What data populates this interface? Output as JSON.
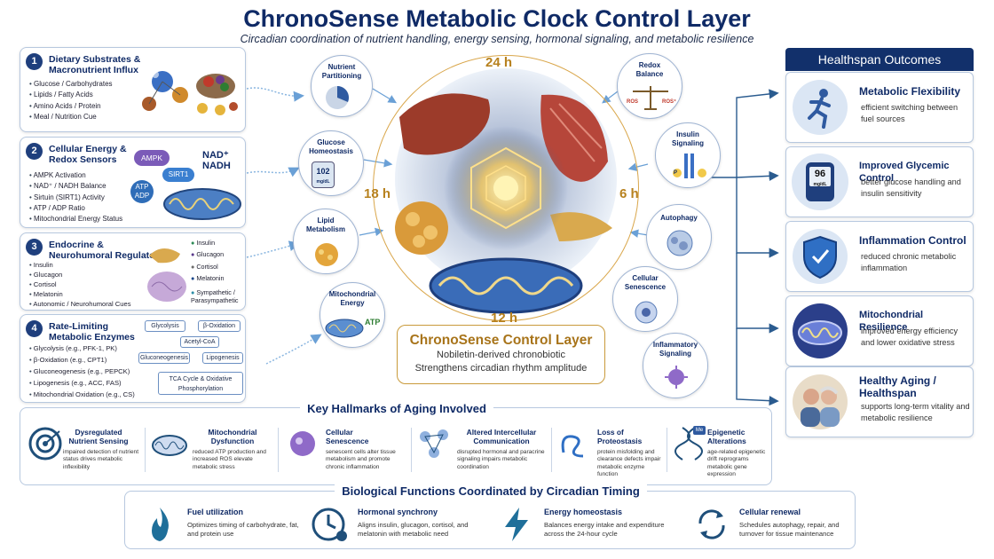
{
  "header": {
    "title": "ChronoSense Metabolic Clock Control Layer",
    "subtitle": "Circadian coordination of nutrient handling, energy sensing, hormonal signaling, and metabolic resilience"
  },
  "inputs": [
    {
      "num": "1",
      "title": "Dietary Substrates & Macronutrient Influx",
      "items": [
        "Glucose / Carbohydrates",
        "Lipids / Fatty Acids",
        "Amino Acids / Protein",
        "Meal / Nutrition Cue"
      ]
    },
    {
      "num": "2",
      "title": "Cellular Energy & Redox Sensors",
      "items": [
        "AMPK Activation",
        "NAD⁺ / NADH Balance",
        "Sirtuin (SIRT1) Activity",
        "ATP / ADP Ratio",
        "Mitochondrial Energy Status"
      ],
      "labels": {
        "ampk": "AMPK",
        "sirt1": "SIRT1",
        "nad": "NAD⁺ NADH",
        "atp": "ATP",
        "adp": "ADP"
      }
    },
    {
      "num": "3",
      "title": "Endocrine & Neurohumoral Regulators",
      "items": [
        "Insulin",
        "Glucagon",
        "Cortisol",
        "Melatonin",
        "Autonomic / Neurohumoral Cues"
      ],
      "legend": [
        "Insulin",
        "Glucagon",
        "Cortisol",
        "Melatonin",
        "Sympathetic / Parasympathetic"
      ]
    },
    {
      "num": "4",
      "title": "Rate-Limiting Metabolic Enzymes",
      "items": [
        "Glycolysis (e.g., PFK-1, PK)",
        "β-Oxidation (e.g., CPT1)",
        "Gluconeogenesis (e.g., PEPCK)",
        "Lipogenesis (e.g., ACC, FAS)",
        "Mitochondrial Oxidation (e.g., CS)"
      ],
      "diagram": {
        "glycolysis": "Glycolysis",
        "boxidation": "β-Oxidation",
        "acetyl": "Acetyl-CoA",
        "gluconeo": "Gluconeogenesis",
        "lipo": "Lipogenesis",
        "tca": "TCA Cycle & Oxidative Phosphorylation"
      }
    }
  ],
  "processes": {
    "nutrient": "Nutrient Partitioning",
    "glucose": "Glucose Homeostasis",
    "glucose_reading": "102",
    "glucose_unit": "mg/dL",
    "lipid": "Lipid Metabolism",
    "mito": "Mitochondrial Energy",
    "mito_atp": "ATP",
    "redox": "Redox Balance",
    "redox_ros": "ROS",
    "redox_ros2": "ROS⁺",
    "insulin": "Insulin Signaling",
    "insulin_p": "P",
    "autophagy": "Autophagy",
    "senescence": "Cellular Senescence",
    "inflammatory": "Inflammatory Signaling"
  },
  "clock": {
    "top": "24 h",
    "right": "6 h",
    "bottom": "12 h",
    "left": "18 h"
  },
  "control": {
    "title": "ChronoSense Control Layer",
    "line1": "Nobiletin-derived chronobiotic",
    "line2": "Strengthens circadian rhythm amplitude"
  },
  "outcomes": {
    "header": "Healthspan Outcomes",
    "items": [
      {
        "title": "Metabolic Flexibility",
        "desc": "efficient switching between fuel sources"
      },
      {
        "title": "Improved Glycemic Control",
        "desc": "better glucose handling and insulin sensitivity",
        "reading": "96",
        "unit": "mg/dL"
      },
      {
        "title": "Inflammation Control",
        "desc": "reduced chronic metabolic inflammation"
      },
      {
        "title": "Mitochondrial Resilience",
        "desc": "improved energy efficiency and lower oxidative stress"
      },
      {
        "title": "Healthy Aging / Healthspan",
        "desc": "supports long-term vitality and metabolic resilience"
      }
    ]
  },
  "hallmarks": {
    "header": "Key Hallmarks of Aging Involved",
    "items": [
      {
        "title": "Dysregulated Nutrient Sensing",
        "desc": "impaired detection of nutrient status drives metabolic inflexibility"
      },
      {
        "title": "Mitochondrial Dysfunction",
        "desc": "reduced ATP production and increased ROS elevate metabolic stress"
      },
      {
        "title": "Cellular Senescence",
        "desc": "senescent cells alter tissue metabolism and promote chronic inflammation"
      },
      {
        "title": "Altered Intercellular Communication",
        "desc": "disrupted hormonal and paracrine signaling impairs metabolic coordination"
      },
      {
        "title": "Loss of Proteostasis",
        "desc": "protein misfolding and clearance defects impair metabolic enzyme function"
      },
      {
        "title": "Epigenetic Alterations",
        "desc": "age-related epigenetic drift reprograms metabolic gene expression",
        "badge": "Me"
      }
    ]
  },
  "functions": {
    "header": "Biological Functions Coordinated by Circadian Timing",
    "items": [
      {
        "title": "Fuel utilization",
        "desc": "Optimizes timing of carbohydrate, fat, and protein use"
      },
      {
        "title": "Hormonal synchrony",
        "desc": "Aligns insulin, glucagon, cortisol, and melatonin with metabolic need"
      },
      {
        "title": "Energy homeostasis",
        "desc": "Balances energy intake and expenditure across the 24-hour cycle"
      },
      {
        "title": "Cellular renewal",
        "desc": "Schedules autophagy, repair, and turnover for tissue maintenance"
      }
    ]
  },
  "colors": {
    "navy": "#0f2a66",
    "gold": "#b7811e",
    "accent": "#12306b"
  }
}
